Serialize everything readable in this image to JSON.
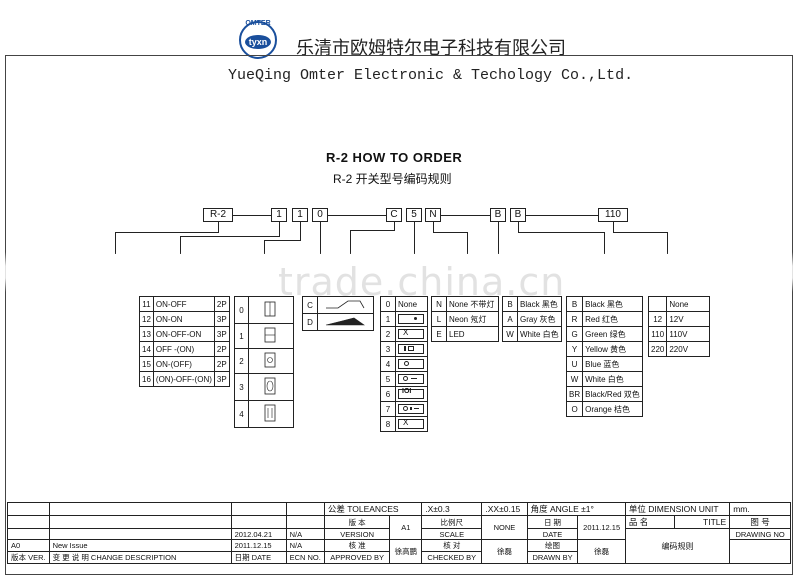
{
  "header": {
    "logo_text": "OMTER",
    "logo_inner": "tyxn",
    "company_cn": "乐清市欧姆特尔电子科技有限公司",
    "company_en": "YueQing Omter Electronic & Techology Co.,Ltd."
  },
  "order": {
    "title_en": "R-2   HOW  TO  ORDER",
    "title_cn": "R-2  开关型号编码规则",
    "code_boxes": [
      "R-2",
      "1",
      "1",
      "0",
      "C",
      "5",
      "N",
      "B",
      "B",
      "110"
    ]
  },
  "function_table": [
    {
      "no": "11",
      "name": "ON-OFF",
      "pole": "2P"
    },
    {
      "no": "12",
      "name": "ON-ON",
      "pole": "3P"
    },
    {
      "no": "13",
      "name": "ON-OFF-ON",
      "pole": "3P"
    },
    {
      "no": "14",
      "name": "OFF -(ON)",
      "pole": "2P"
    },
    {
      "no": "15",
      "name": "ON-(OFF)",
      "pole": "2P"
    },
    {
      "no": "16",
      "name": "(ON)-OFF-(ON)",
      "pole": "3P"
    }
  ],
  "terminal_table": [
    "0",
    "1",
    "2",
    "3",
    "4"
  ],
  "actuator_table": [
    "C",
    "D"
  ],
  "marking_table": [
    {
      "no": "0",
      "label": "None"
    },
    {
      "no": "1",
      "label": ""
    },
    {
      "no": "2",
      "label": ""
    },
    {
      "no": "3",
      "label": ""
    },
    {
      "no": "4",
      "label": ""
    },
    {
      "no": "5",
      "label": ""
    },
    {
      "no": "6",
      "label": ""
    },
    {
      "no": "7",
      "label": ""
    },
    {
      "no": "8",
      "label": ""
    }
  ],
  "lamp_table": [
    {
      "code": "N",
      "label": "None 不带灯"
    },
    {
      "code": "L",
      "label": "Neon 氖灯"
    },
    {
      "code": "E",
      "label": "LED"
    }
  ],
  "housing_color_table": [
    {
      "code": "B",
      "label": "Black 黑色"
    },
    {
      "code": "A",
      "label": "Gray 灰色"
    },
    {
      "code": "W",
      "label": "White 白色"
    }
  ],
  "button_color_table": [
    {
      "code": "B",
      "label": "Black 黑色"
    },
    {
      "code": "R",
      "label": "Red  红色"
    },
    {
      "code": "G",
      "label": "Green 绿色"
    },
    {
      "code": "Y",
      "label": "Yellow 黄色"
    },
    {
      "code": "U",
      "label": "Blue  蓝色"
    },
    {
      "code": "W",
      "label": "White 白色"
    },
    {
      "code": "BR",
      "label": "Black/Red 双色"
    },
    {
      "code": "O",
      "label": "Orange 桔色"
    }
  ],
  "voltage_table": [
    {
      "code": "",
      "label": "None"
    },
    {
      "code": "12",
      "label": "12V"
    },
    {
      "code": "110",
      "label": "110V"
    },
    {
      "code": "220",
      "label": "220V"
    }
  ],
  "watermark": "trade.china.cn",
  "title_block": {
    "tolerances": "公差 TOLEANCES",
    "tol_x": ".X±0.3",
    "tol_xx": ".XX±0.15",
    "angle": "角度 ANGLE ±1°",
    "unit": "单位  DIMENSION UNIT",
    "unit_val": "mm.",
    "version_cn": "版 本",
    "version_en": "VERSION",
    "version_val": "A1",
    "scale_cn": "比例尺",
    "scale_en": "SCALE",
    "scale_val": "NONE",
    "date_cn": "日 期",
    "date_en": "DATE",
    "date_val": "2011.12.15",
    "title_cn": "品  名",
    "title_en": "TITLE",
    "drawing_cn": "图  号",
    "drawing_en": "DRAWING NO",
    "approved_cn": "核 准",
    "approved_en": "APPROVED BY",
    "approved_val": "徐高鹏",
    "checked_cn": "核 对",
    "checked_en": "CHECKED BY",
    "checked_val": "徐磊",
    "drawn_cn": "绘图",
    "drawn_en": "DRAWN BY",
    "drawn_val": "徐磊",
    "drawing_name": "编码规则",
    "rev_rows": [
      {
        "ver": "",
        "desc": "",
        "date": "2012.04.21",
        "ecn": "N/A"
      },
      {
        "ver": "A0",
        "desc": "New Issue",
        "date": "2011.12.15",
        "ecn": "N/A"
      }
    ],
    "rev_header": {
      "ver": "版本 VER.",
      "desc": "变 更 说 明  CHANGE DESCRIPTION",
      "date": "日期 DATE",
      "ecn": "ECN NO."
    }
  }
}
